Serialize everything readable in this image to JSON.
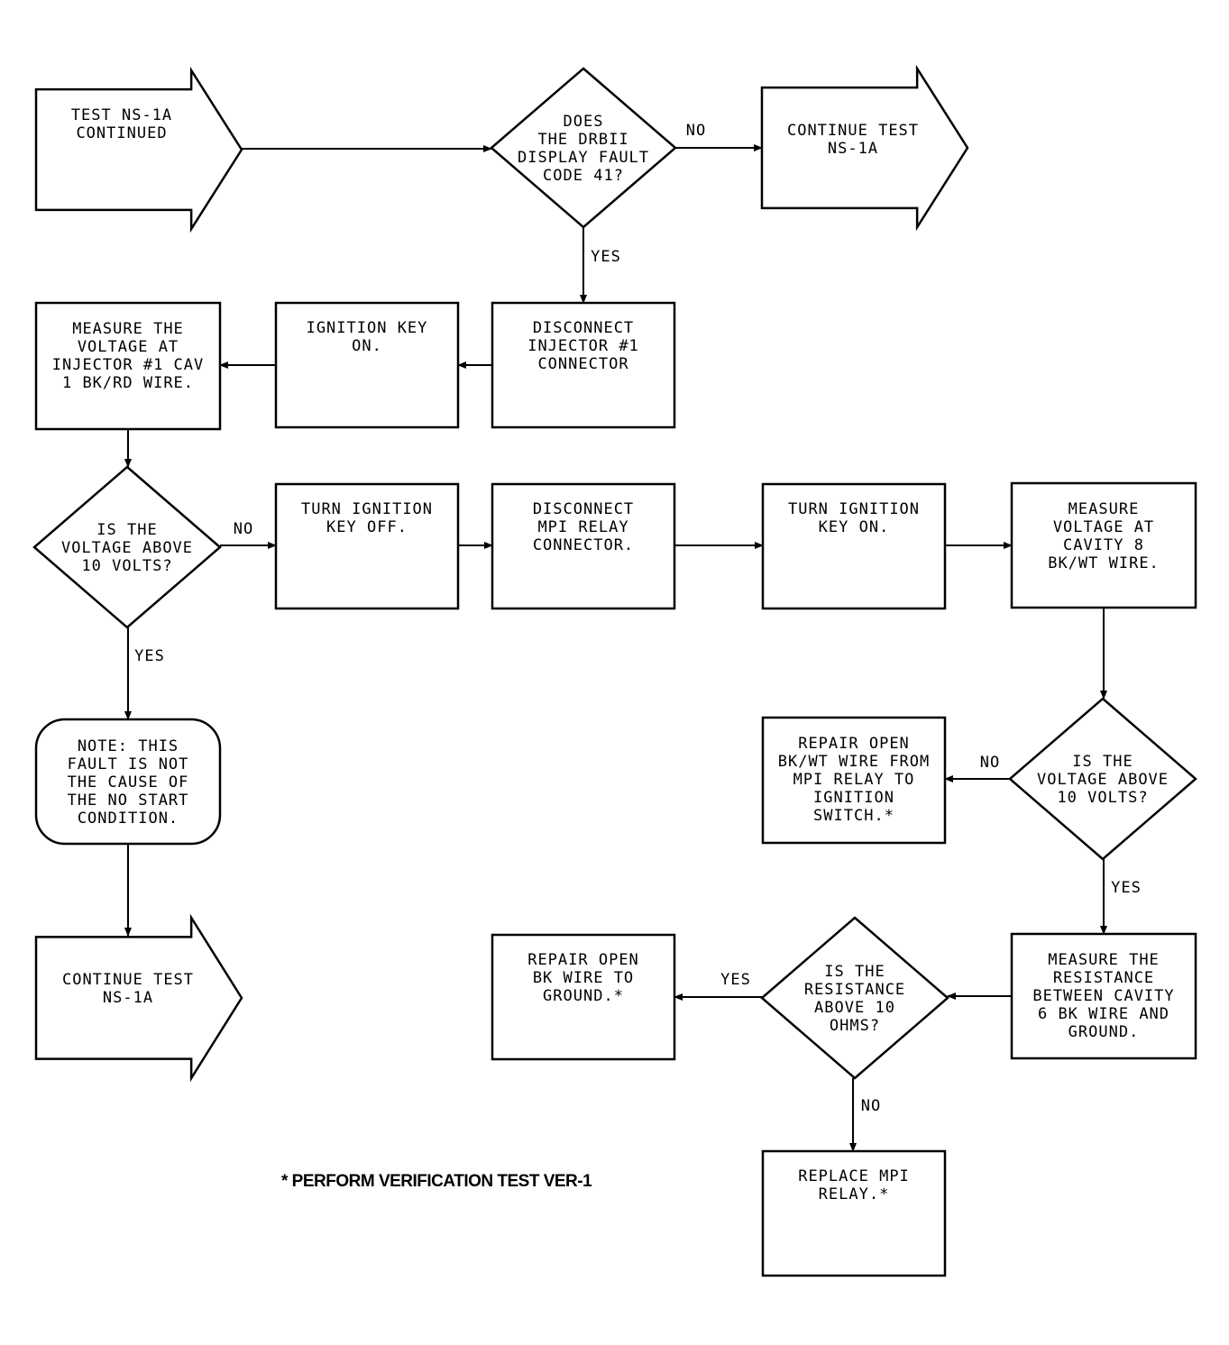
{
  "nodes": {
    "start": {
      "type": "arrow",
      "lines": [
        "TEST NS-1A",
        "CONTINUED"
      ]
    },
    "d_fault41": {
      "type": "decision",
      "lines": [
        "DOES",
        "THE DRBII",
        "DISPLAY FAULT",
        "CODE 41?"
      ]
    },
    "continue_top": {
      "type": "arrow",
      "lines": [
        "CONTINUE TEST",
        "NS-1A"
      ]
    },
    "disconnect_inj": {
      "type": "process",
      "lines": [
        "DISCONNECT",
        "INJECTOR #1",
        "CONNECTOR"
      ]
    },
    "ign_on_1": {
      "type": "process",
      "lines": [
        "IGNITION KEY",
        "ON."
      ]
    },
    "measure_inj": {
      "type": "process",
      "lines": [
        "MEASURE THE",
        "VOLTAGE AT",
        "INJECTOR #1 CAV",
        "1 BK/RD WIRE."
      ]
    },
    "d_volt_1": {
      "type": "decision",
      "lines": [
        "IS THE",
        "VOLTAGE ABOVE",
        "10 VOLTS?"
      ]
    },
    "turn_off": {
      "type": "process",
      "lines": [
        "TURN IGNITION",
        "KEY OFF."
      ]
    },
    "disconnect_mpi": {
      "type": "process",
      "lines": [
        "DISCONNECT",
        "MPI RELAY",
        "CONNECTOR."
      ]
    },
    "turn_on": {
      "type": "process",
      "lines": [
        "TURN IGNITION",
        "KEY ON."
      ]
    },
    "measure_cav8": {
      "type": "process",
      "lines": [
        "MEASURE",
        "VOLTAGE AT",
        "CAVITY 8",
        "BK/WT WIRE."
      ]
    },
    "note": {
      "type": "terminal",
      "lines": [
        "NOTE: THIS",
        "FAULT IS NOT",
        "THE CAUSE OF",
        "THE NO START",
        "CONDITION."
      ]
    },
    "d_volt_2": {
      "type": "decision",
      "lines": [
        "IS THE",
        "VOLTAGE ABOVE",
        "10 VOLTS?"
      ]
    },
    "repair_bkwt": {
      "type": "process",
      "lines": [
        "REPAIR OPEN",
        "BK/WT WIRE FROM",
        "MPI RELAY TO",
        "IGNITION",
        "SWITCH.*"
      ]
    },
    "continue_bottom": {
      "type": "arrow",
      "lines": [
        "CONTINUE TEST",
        "NS-1A"
      ]
    },
    "measure_res": {
      "type": "process",
      "lines": [
        "MEASURE THE",
        "RESISTANCE",
        "BETWEEN CAVITY",
        "6 BK WIRE AND",
        "GROUND."
      ]
    },
    "d_res": {
      "type": "decision",
      "lines": [
        "IS THE",
        "RESISTANCE",
        "ABOVE 10",
        "OHMS?"
      ]
    },
    "repair_bk": {
      "type": "process",
      "lines": [
        "REPAIR OPEN",
        "BK WIRE TO",
        "GROUND.*"
      ]
    },
    "replace_mpi": {
      "type": "process",
      "lines": [
        "REPLACE MPI",
        "RELAY.*"
      ]
    }
  },
  "edges": [
    {
      "from": "start",
      "to": "d_fault41",
      "label": ""
    },
    {
      "from": "d_fault41",
      "to": "continue_top",
      "label": "NO"
    },
    {
      "from": "d_fault41",
      "to": "disconnect_inj",
      "label": "YES"
    },
    {
      "from": "disconnect_inj",
      "to": "ign_on_1",
      "label": ""
    },
    {
      "from": "ign_on_1",
      "to": "measure_inj",
      "label": ""
    },
    {
      "from": "measure_inj",
      "to": "d_volt_1",
      "label": ""
    },
    {
      "from": "d_volt_1",
      "to": "turn_off",
      "label": "NO"
    },
    {
      "from": "d_volt_1",
      "to": "note",
      "label": "YES"
    },
    {
      "from": "turn_off",
      "to": "disconnect_mpi",
      "label": ""
    },
    {
      "from": "disconnect_mpi",
      "to": "turn_on",
      "label": ""
    },
    {
      "from": "turn_on",
      "to": "measure_cav8",
      "label": ""
    },
    {
      "from": "measure_cav8",
      "to": "d_volt_2",
      "label": ""
    },
    {
      "from": "d_volt_2",
      "to": "repair_bkwt",
      "label": "NO"
    },
    {
      "from": "d_volt_2",
      "to": "measure_res",
      "label": "YES"
    },
    {
      "from": "note",
      "to": "continue_bottom",
      "label": ""
    },
    {
      "from": "measure_res",
      "to": "d_res",
      "label": ""
    },
    {
      "from": "d_res",
      "to": "repair_bk",
      "label": "YES"
    },
    {
      "from": "d_res",
      "to": "replace_mpi",
      "label": "NO"
    }
  ],
  "footnote": "* PERFORM VERIFICATION TEST VER-1"
}
